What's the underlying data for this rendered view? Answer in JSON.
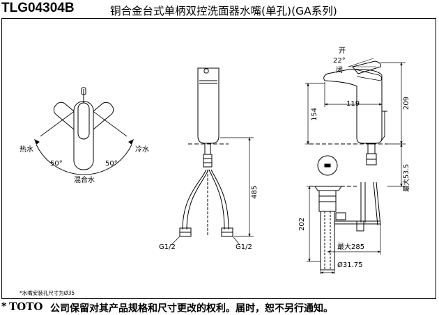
{
  "header": {
    "model": "TLG04304B",
    "title": "铜合金台式单柄双控洗面器水嘴(单孔)(GA系列)"
  },
  "top_view": {
    "hot_label": "热水",
    "cold_label": "冷水",
    "mix_label": "混合水",
    "left_angle": "50°",
    "right_angle": "50°"
  },
  "front_view": {
    "dim_height": "485",
    "left_thread": "G1/2",
    "right_thread": "G1/2"
  },
  "side_view": {
    "open_label": "开",
    "close_label": "闭",
    "lever_angle": "22°",
    "dim_reach": "119",
    "dim_spout_height": "154",
    "dim_total_height": "209",
    "dim_max_deck": "最大53.5",
    "dim_drain_depth": "202",
    "dim_max_rod": "最大285",
    "dim_drain_dia": "Ø31.75"
  },
  "note": "水嘴安装孔尺寸为Ø35",
  "footer": {
    "star": "*",
    "brand": "TOTO",
    "text": "公司保留对其产品规格和尺寸更改的权利。届时，恕不另行通知。"
  }
}
